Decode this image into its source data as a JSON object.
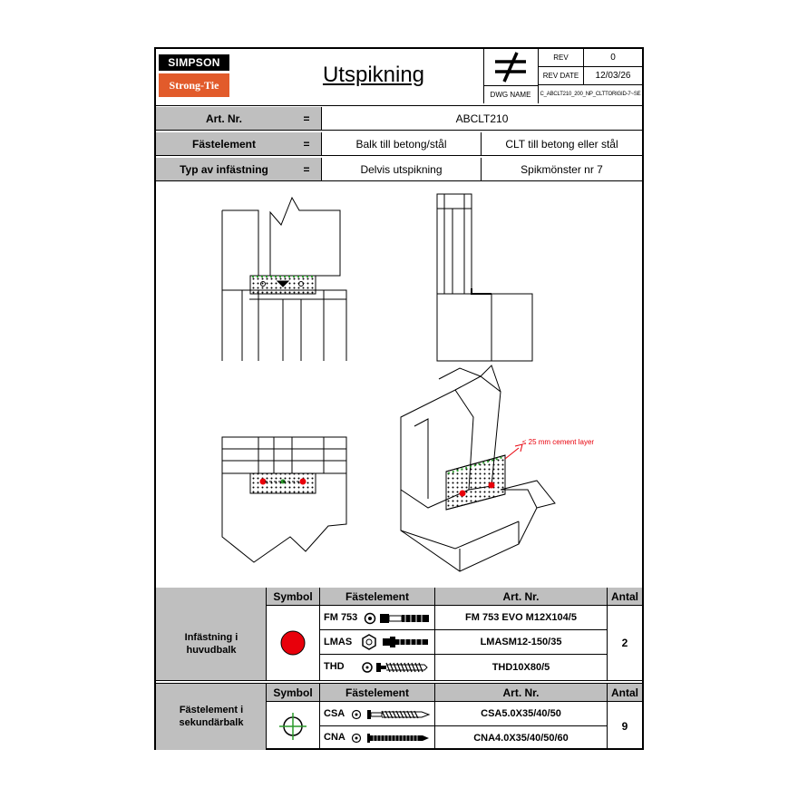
{
  "brand": {
    "top": "SIMPSON",
    "bottom": "Strong-Tie"
  },
  "title": "Utspikning",
  "revision": {
    "rev_label": "REV",
    "rev_value": "0",
    "date_label": "REV DATE",
    "date_value": "12/03/26",
    "dwg_label": "DWG NAME",
    "dwg_value": "C_ABCLT210_200_NP_CLTTORIGID-7~SE"
  },
  "info": {
    "eq": "=",
    "art_label": "Art. Nr.",
    "art_value": "ABCLT210",
    "fast_label": "Fästelement",
    "fast_left": "Balk till betong/stål",
    "fast_right": "CLT till betong eller stål",
    "typ_label": "Typ av infästning",
    "typ_left": "Delvis utspikning",
    "typ_right": "Spikmönster nr  7"
  },
  "drawing": {
    "annotation": "≤ 25 mm cement layer"
  },
  "colors": {
    "accent_red": "#e8000b",
    "accent_green": "#2a9a2a",
    "logo_orange": "#e25b2b"
  },
  "table1": {
    "section": "Infästning i\nhuvudbalk",
    "symbol_header": "Symbol",
    "element_header": "Fästelement",
    "art_header": "Art. Nr.",
    "antal_header": "Antal",
    "symbol_icon": "red-dot-icon",
    "rows": [
      {
        "name": "FM 753",
        "art": "FM 753 EVO M12X104/5",
        "icon": "anchor-bolt-icon"
      },
      {
        "name": "LMAS",
        "art": "LMASM12-150/35",
        "icon": "lmas-anchor-icon"
      },
      {
        "name": "THD",
        "art": "THD10X80/5",
        "icon": "concrete-screw-icon"
      }
    ],
    "antal": "2"
  },
  "table2": {
    "section": "Fästelement i\nsekundärbalk",
    "symbol_header": "Symbol",
    "element_header": "Fästelement",
    "art_header": "Art. Nr.",
    "antal_header": "Antal",
    "symbol_icon": "green-crosshair-icon",
    "rows": [
      {
        "name": "CSA",
        "art": "CSA5.0X35/40/50",
        "icon": "wood-screw-icon"
      },
      {
        "name": "CNA",
        "art": "CNA4.0X35/40/50/60",
        "icon": "nail-icon"
      }
    ],
    "antal": "9"
  }
}
